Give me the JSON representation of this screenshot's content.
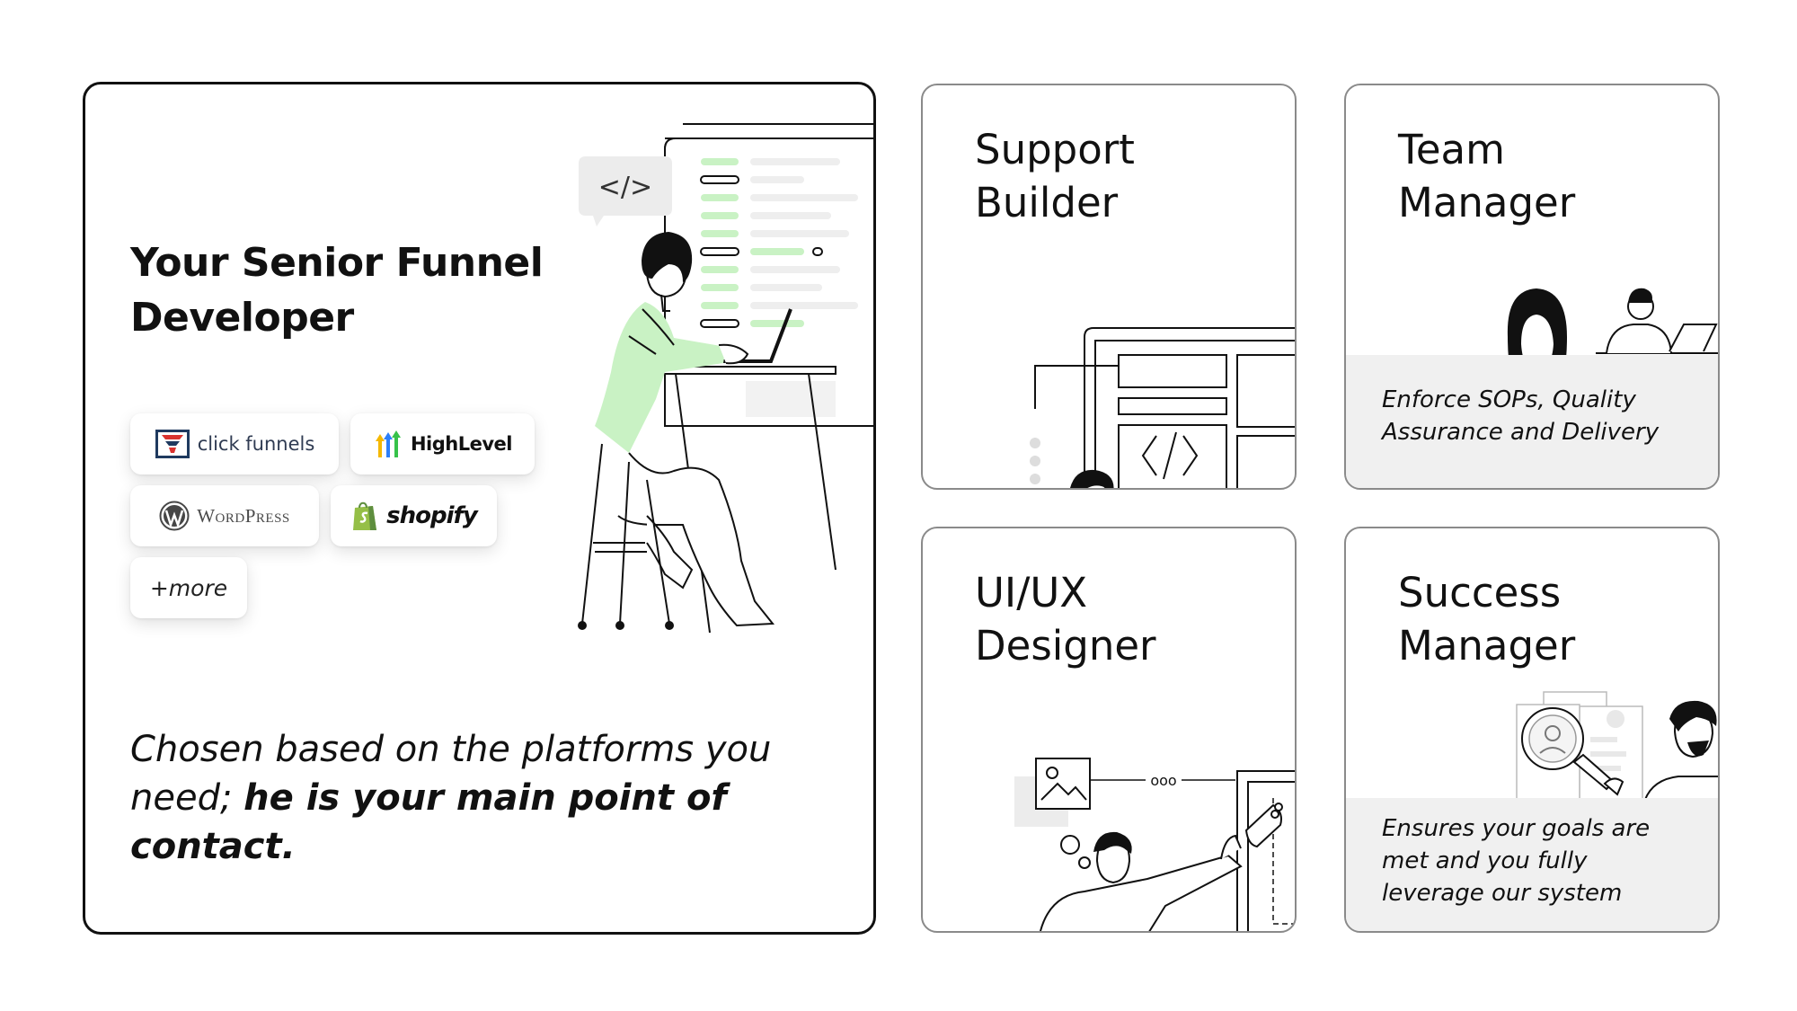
{
  "main": {
    "title_line1": "Your Senior Funnel",
    "title_line2": "Developer",
    "platforms": [
      {
        "label": "click funnels",
        "icon": "clickfunnels-logo-icon"
      },
      {
        "label": "HighLevel",
        "icon": "highlevel-logo-icon"
      },
      {
        "label": "WordPress",
        "icon": "wordpress-logo-icon"
      },
      {
        "label": "shopify",
        "icon": "shopify-logo-icon"
      },
      {
        "label": "+more",
        "icon": ""
      }
    ],
    "caption_normal": "Chosen based on the platforms you need; ",
    "caption_bold": "he is your main point of contact.",
    "illustration": "developer-at-desk-illustration",
    "code_bubble": "</>"
  },
  "roles": [
    {
      "title_line1": "Support",
      "title_line2": "Builder",
      "note": "",
      "illustration": "support-builder-illustration"
    },
    {
      "title_line1": "Team",
      "title_line2": "Manager",
      "note_line1": "Enforce SOPs, Quality",
      "note_line2": "Assurance and Delivery",
      "illustration": "team-meeting-illustration"
    },
    {
      "title_line1": "UI/UX",
      "title_line2": "Designer",
      "note": "",
      "illustration": "designer-illustration"
    },
    {
      "title_line1": "Success",
      "title_line2": "Manager",
      "note_line1": "Ensures your goals are",
      "note_line2": "met and you fully",
      "note_line3": "leverage our system",
      "illustration": "success-manager-illustration"
    }
  ],
  "colors": {
    "accent_green": "#c9f2c4",
    "accent_green_line": "#a6e8a0",
    "note_bg": "#f0f0f0",
    "ink": "#111111"
  }
}
